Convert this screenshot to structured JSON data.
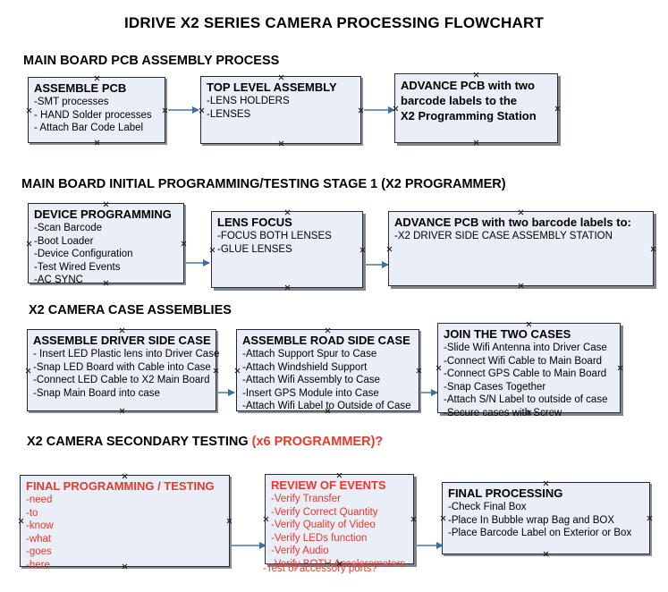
{
  "document": {
    "title": "IDRIVE X2  SERIES CAMERA PROCESSING FLOWCHART"
  },
  "colors": {
    "box_fill": "#e9eef7",
    "box_border": "#23272b",
    "box_shadow": "#8b8f95",
    "connector": "#7b97b8",
    "arrow": "#3b6ea5",
    "accent_red": "#e8382c",
    "text": "#000000"
  },
  "sections": [
    {
      "id": "main-board-pcb-assembly",
      "heading": "MAIN BOARD PCB ASSEMBLY PROCESS",
      "heading_accent": "",
      "boxes": [
        {
          "id": "assemble-pcb",
          "title": "ASSEMBLE PCB",
          "lines": [
            "-SMT processes",
            "- HAND Solder processes",
            "- Attach Bar Code Label"
          ]
        },
        {
          "id": "top-level-assembly",
          "title": "TOP LEVEL ASSEMBLY",
          "lines": [
            "-LENS HOLDERS",
            "-LENSES"
          ]
        },
        {
          "id": "advance-pcb-programming-station",
          "title_lines": [
            "ADVANCE PCB with two",
            "barcode labels to the",
            " X2 Programming Station"
          ],
          "lines": []
        }
      ]
    },
    {
      "id": "main-board-initial-programming",
      "heading": "MAIN BOARD INITIAL PROGRAMMING/TESTING STAGE 1 (X2 PROGRAMMER)",
      "heading_accent": "",
      "boxes": [
        {
          "id": "device-programming",
          "title": "DEVICE PROGRAMMING",
          "lines": [
            "-Scan Barcode",
            "-Boot Loader",
            "-Device Configuration",
            "-Test Wired Events",
            "-AC SYNC"
          ]
        },
        {
          "id": "lens-focus",
          "title": "LENS FOCUS",
          "lines": [
            "-FOCUS BOTH LENSES",
            "-GLUE LENSES"
          ]
        },
        {
          "id": "advance-pcb-driver-side-case",
          "title": "ADVANCE PCB with two barcode labels to:",
          "lines": [
            "-X2 DRIVER  SIDE  CASE  ASSEMBLY STATION"
          ]
        }
      ]
    },
    {
      "id": "x2-camera-case-assemblies",
      "heading": "X2 CAMERA CASE ASSEMBLIES",
      "heading_accent": "",
      "boxes": [
        {
          "id": "assemble-driver-side-case",
          "title": "ASSEMBLE DRIVER SIDE CASE",
          "lines": [
            "- Insert LED Plastic lens into Driver Case",
            "-Snap LED Board with Cable into Case",
            "-Connect LED Cable to X2 Main Board",
            "-Snap Main Board into case"
          ]
        },
        {
          "id": "assemble-road-side-case",
          "title": "ASSEMBLE ROAD SIDE CASE",
          "lines": [
            "-Attach Support Spur to Case",
            "-Attach Windshield Support",
            "-Attach Wifi Assembly to Case",
            "-Insert GPS Module into Case",
            "-Attach Wifi Label to Outside of Case"
          ]
        },
        {
          "id": "join-the-two-cases",
          "title": "JOIN THE TWO CASES",
          "lines": [
            "-Slide Wifi Antenna into Driver Case",
            "-Connect Wifi Cable to Main Board",
            "-Connect GPS Cable to Main Board",
            "-Snap Cases Together",
            "-Attach S/N Label to outside of case",
            "-Secure cases with Screw"
          ]
        }
      ]
    },
    {
      "id": "x2-camera-secondary-testing",
      "heading": "X2 CAMERA SECONDARY TESTING ",
      "heading_accent": "(x6 PROGRAMMER)?",
      "boxes": [
        {
          "id": "final-programming-testing",
          "title": "FINAL PROGRAMMING / TESTING",
          "lines": [
            "-need",
            "-to",
            "-know",
            "-what",
            "-goes",
            "-here"
          ]
        },
        {
          "id": "review-of-events",
          "title": "REVIEW OF EVENTS",
          "lines": [
            "-Verify Transfer",
            "-Verify Correct Quantity",
            "-Verify Quality of Video",
            "-Verify LEDs function",
            "-Verify Audio",
            "-Verify BOTH Accelerometers"
          ],
          "overflow_line": "-Test of accessory ports?"
        },
        {
          "id": "final-processing",
          "title": "FINAL PROCESSING",
          "lines": [
            " -Check Final Box",
            "-Place In Bubble wrap Bag and BOX",
            "-Place Barcode Label on Exterior or Box"
          ]
        }
      ]
    }
  ]
}
